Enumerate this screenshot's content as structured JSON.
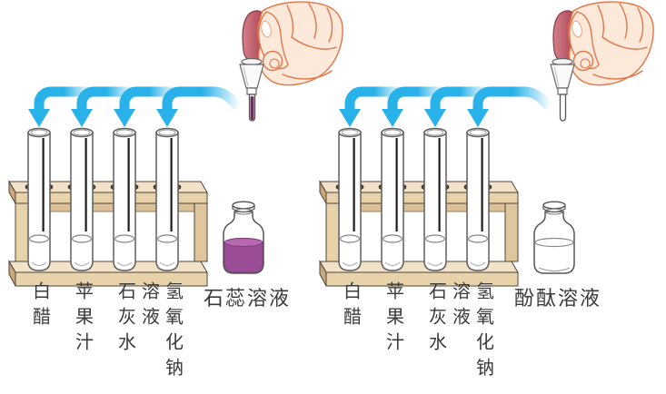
{
  "figure": {
    "groups": [
      {
        "id": "litmus-set",
        "tube_labels": [
          "白醋",
          "苹果汁",
          "石灰水",
          "氢氧化钠溶液"
        ],
        "reagent_label": "石蕊溶液"
      },
      {
        "id": "phenolphthalein-set",
        "tube_labels": [
          "白醋",
          "苹果汁",
          "石灰水",
          "氢氧化钠溶液"
        ],
        "reagent_label": "酚酞溶液"
      }
    ],
    "colors": {
      "arrow": "#29b2e9",
      "litmus_purple": "#9c4d97",
      "litmus_surface": "#b766b1",
      "litmus_tip": "#6d2f5f",
      "dropper_bulb": "#c4616d",
      "rack_wood_light": "#f2e3c8",
      "rack_wood_mid": "#e8d2aa",
      "rack_wood_dark": "#caa87c"
    }
  }
}
